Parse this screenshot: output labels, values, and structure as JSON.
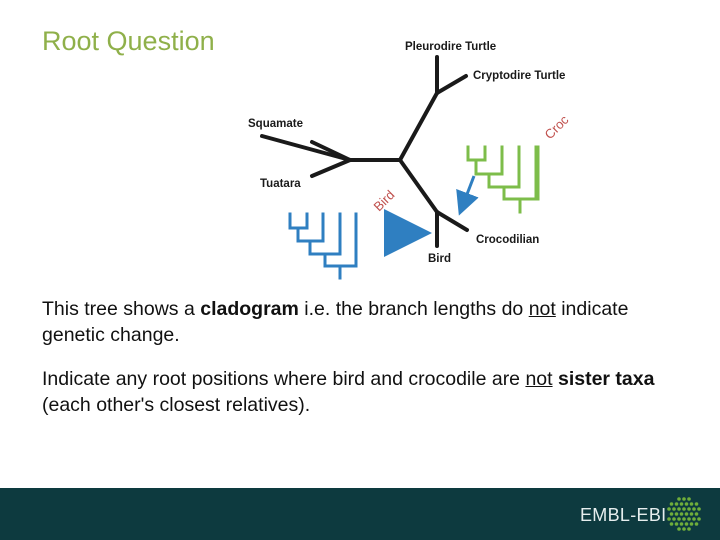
{
  "slide": {
    "title": "Root Question",
    "p1": {
      "a": "This tree shows a ",
      "b": "cladogram",
      "c": " i.e. the branch lengths do ",
      "d": "not",
      "e": " indicate genetic change."
    },
    "p2": {
      "a": "Indicate any root positions where bird and crocodile are ",
      "b": "not",
      "c": " ",
      "d": "sister taxa",
      "e": " (each other's closest relatives)."
    }
  },
  "tree": {
    "taxa": {
      "pleurodire": "Pleurodire Turtle",
      "cryptodire": "Cryptodire Turtle",
      "squamate": "Squamate",
      "tuatara": "Tuatara",
      "crocodilian": "Crocodilian",
      "bird": "Bird"
    },
    "croc_rotated": "Croc",
    "bird_rotated": "Bird",
    "colors": {
      "branch": "#1a1a1a",
      "bird_tree": "#2f7fc1",
      "croc_tree": "#7dbd4a",
      "arrow": "#2f7fc1"
    }
  },
  "footer": {
    "brand": "EMBL-EBI",
    "background": "#0d3a3f",
    "logo_color": "#6fae3a"
  }
}
